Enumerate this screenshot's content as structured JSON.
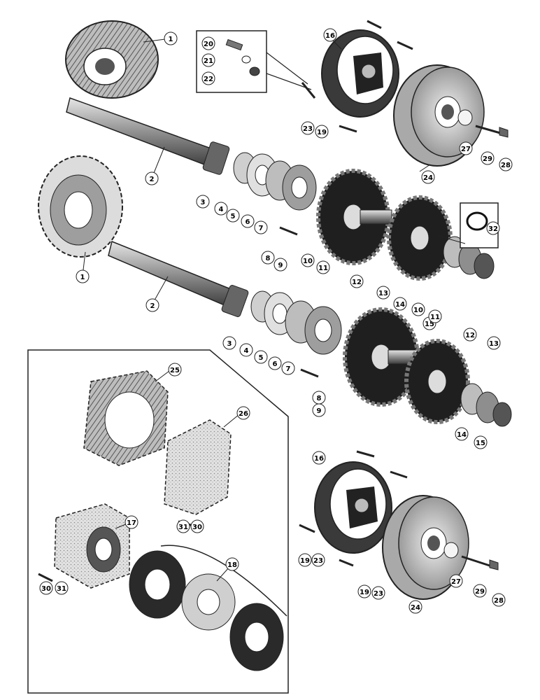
{
  "colors": {
    "ink": "#111111",
    "metal_dark": "#2a2a2a",
    "metal_mid": "#8a8a8a",
    "metal_light": "#d8d8d8",
    "paper": "#ffffff"
  },
  "callouts": {
    "c1a": "1",
    "c2a": "2",
    "c3a": "3",
    "c4a": "4",
    "c5a": "5",
    "c6a": "6",
    "c7a": "7",
    "c8a": "8",
    "c9a": "9",
    "c10a": "10",
    "c11a": "11",
    "c12a": "12",
    "c13a": "13",
    "c14a": "14",
    "c15a": "15",
    "c16a": "16",
    "c19a": "19",
    "c20": "20",
    "c21": "21",
    "c22": "22",
    "c23a": "23",
    "c24a": "24",
    "c27a": "27",
    "c28a": "28",
    "c29a": "29",
    "c32": "32",
    "c1b": "1",
    "c2b": "2",
    "c3b": "3",
    "c4b": "4",
    "c5b": "5",
    "c6b": "6",
    "c7b": "7",
    "c8b": "8",
    "c9b": "9",
    "c10b": "10",
    "c11b": "11",
    "c12b": "12",
    "c13b": "13",
    "c14b": "14",
    "c15b": "15",
    "c16b": "16",
    "c19b": "19",
    "c23b": "23",
    "c19c": "19",
    "c23c": "23",
    "c24b": "24",
    "c27b": "27",
    "c28b": "28",
    "c29b": "29",
    "c25": "25",
    "c26": "26",
    "c17": "17",
    "c18": "18",
    "c30a": "30",
    "c31a": "31",
    "c30b": "30",
    "c31b": "31"
  }
}
